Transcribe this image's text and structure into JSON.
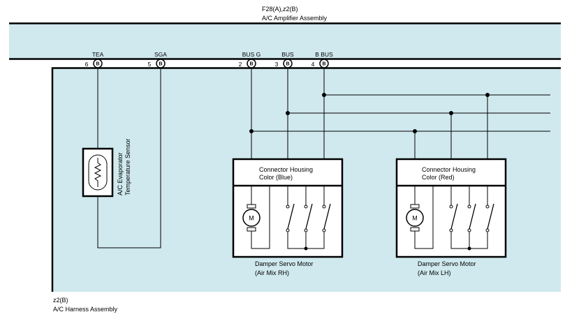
{
  "amplifier": {
    "code": "F28(A),z2(B)",
    "name": "A/C Amplifier Assembly",
    "terminals": [
      {
        "num": "6",
        "conn": "B",
        "label": "TEA"
      },
      {
        "num": "5",
        "conn": "B",
        "label": "SGA"
      },
      {
        "num": "2",
        "conn": "B",
        "label": "BUS G"
      },
      {
        "num": "3",
        "conn": "B",
        "label": "BUS"
      },
      {
        "num": "4",
        "conn": "B",
        "label": "B BUS"
      }
    ]
  },
  "sensor": {
    "label_line1": "A/C Evaporator",
    "label_line2": "Temperature Sensor"
  },
  "motor_rh": {
    "housing_line1": "Connector Housing",
    "housing_line2": "Color (Blue)",
    "motor_symbol": "M",
    "label_line1": "Damper Servo Motor",
    "label_line2": "(Air Mix RH)"
  },
  "motor_lh": {
    "housing_line1": "Connector Housing",
    "housing_line2": "Color (Red)",
    "motor_symbol": "M",
    "label_line1": "Damper Servo Motor",
    "label_line2": "(Air Mix LH)"
  },
  "harness": {
    "code": "z2(B)",
    "name": "A/C Harness Assembly"
  },
  "colors": {
    "panel_fill": "#cfe9ee",
    "line": "#000000"
  }
}
